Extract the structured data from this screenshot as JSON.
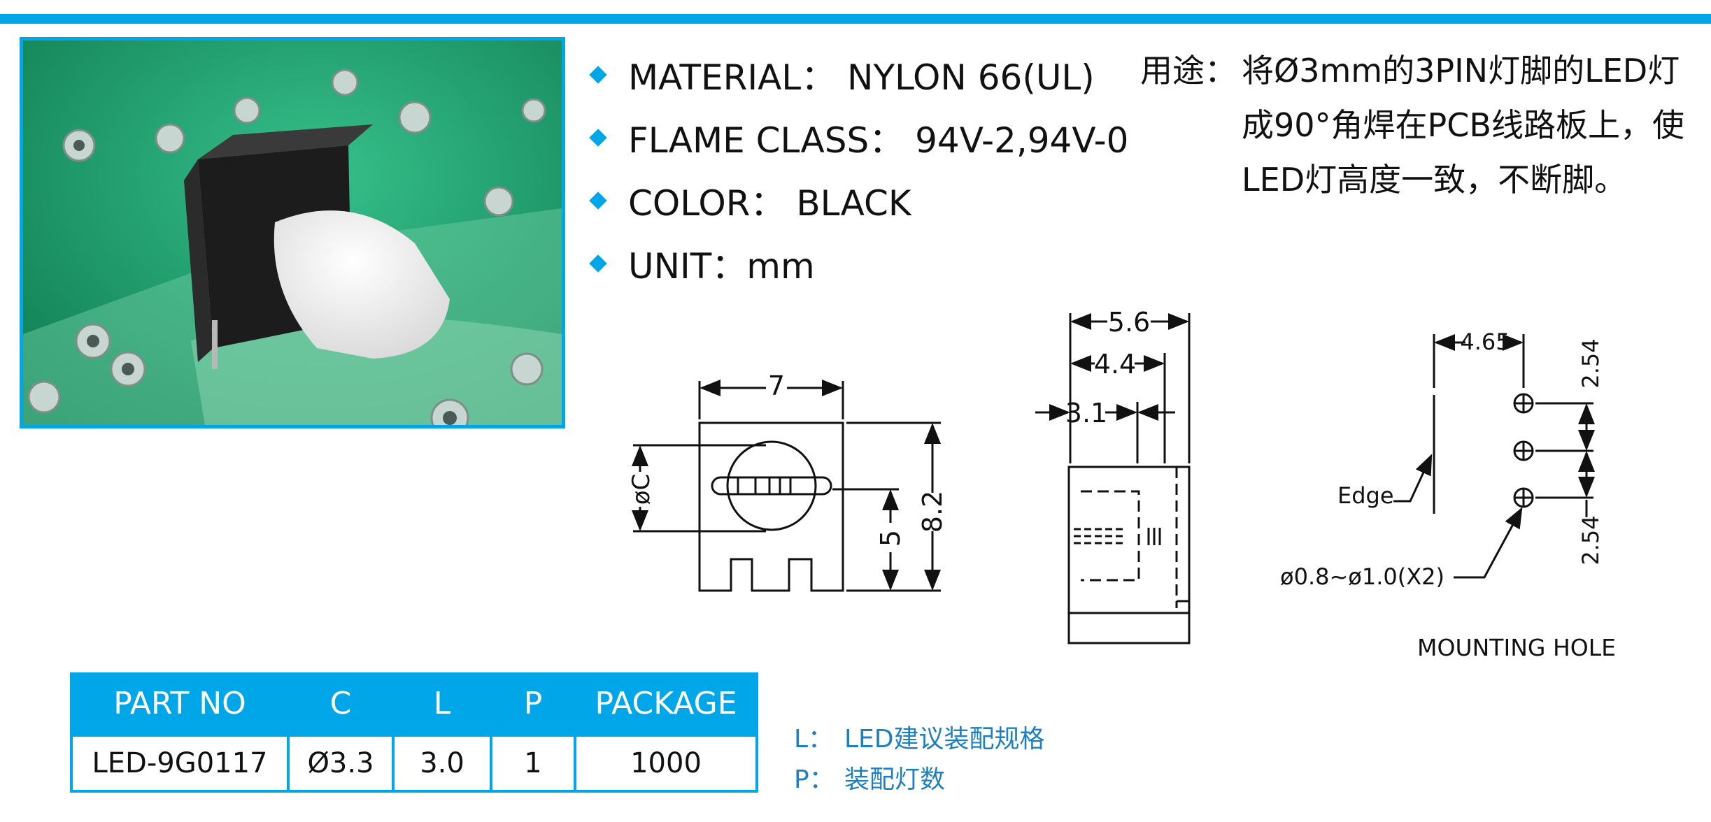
{
  "colors": {
    "accent": "#00a6e8",
    "note_text": "#1e7fc2",
    "pcb_green": "#1e9a6a"
  },
  "photo": {
    "icon": "led-holder-photo"
  },
  "specs": [
    {
      "label": "MATERIAL： NYLON 66(UL)"
    },
    {
      "label": "FLAME CLASS： 94V-2,94V-0"
    },
    {
      "label": "COLOR： BLACK"
    },
    {
      "label": "UNIT：mm"
    }
  ],
  "usage": {
    "label": "用途：",
    "lines": [
      "将Ø3mm的3PIN灯脚的LED灯",
      "成90°角焊在PCB线路板上，使",
      "LED灯高度一致，不断脚。"
    ]
  },
  "drawing": {
    "front": {
      "width": "7",
      "diameter": "øC",
      "height_total": "8.2",
      "height_center": "5"
    },
    "side": {
      "dim1": "5.6",
      "dim2": "4.4",
      "dim3": "3.1"
    },
    "mounting": {
      "pitch_x": "4.65",
      "pitch_y1": "2.54",
      "pitch_y2": "2.54",
      "edge_label": "Edge",
      "hole_label": "ø0.8~ø1.0(X2)",
      "title": "MOUNTING  HOLE"
    }
  },
  "table": {
    "headers": [
      "PART NO",
      "C",
      "L",
      "P",
      "PACKAGE"
    ],
    "rows": [
      [
        "LED-9G0117",
        "Ø3.3",
        "3.0",
        "1",
        "1000"
      ]
    ]
  },
  "notes": [
    {
      "key": "L：",
      "value": "LED建议装配规格"
    },
    {
      "key": "P：",
      "value": "装配灯数"
    }
  ]
}
